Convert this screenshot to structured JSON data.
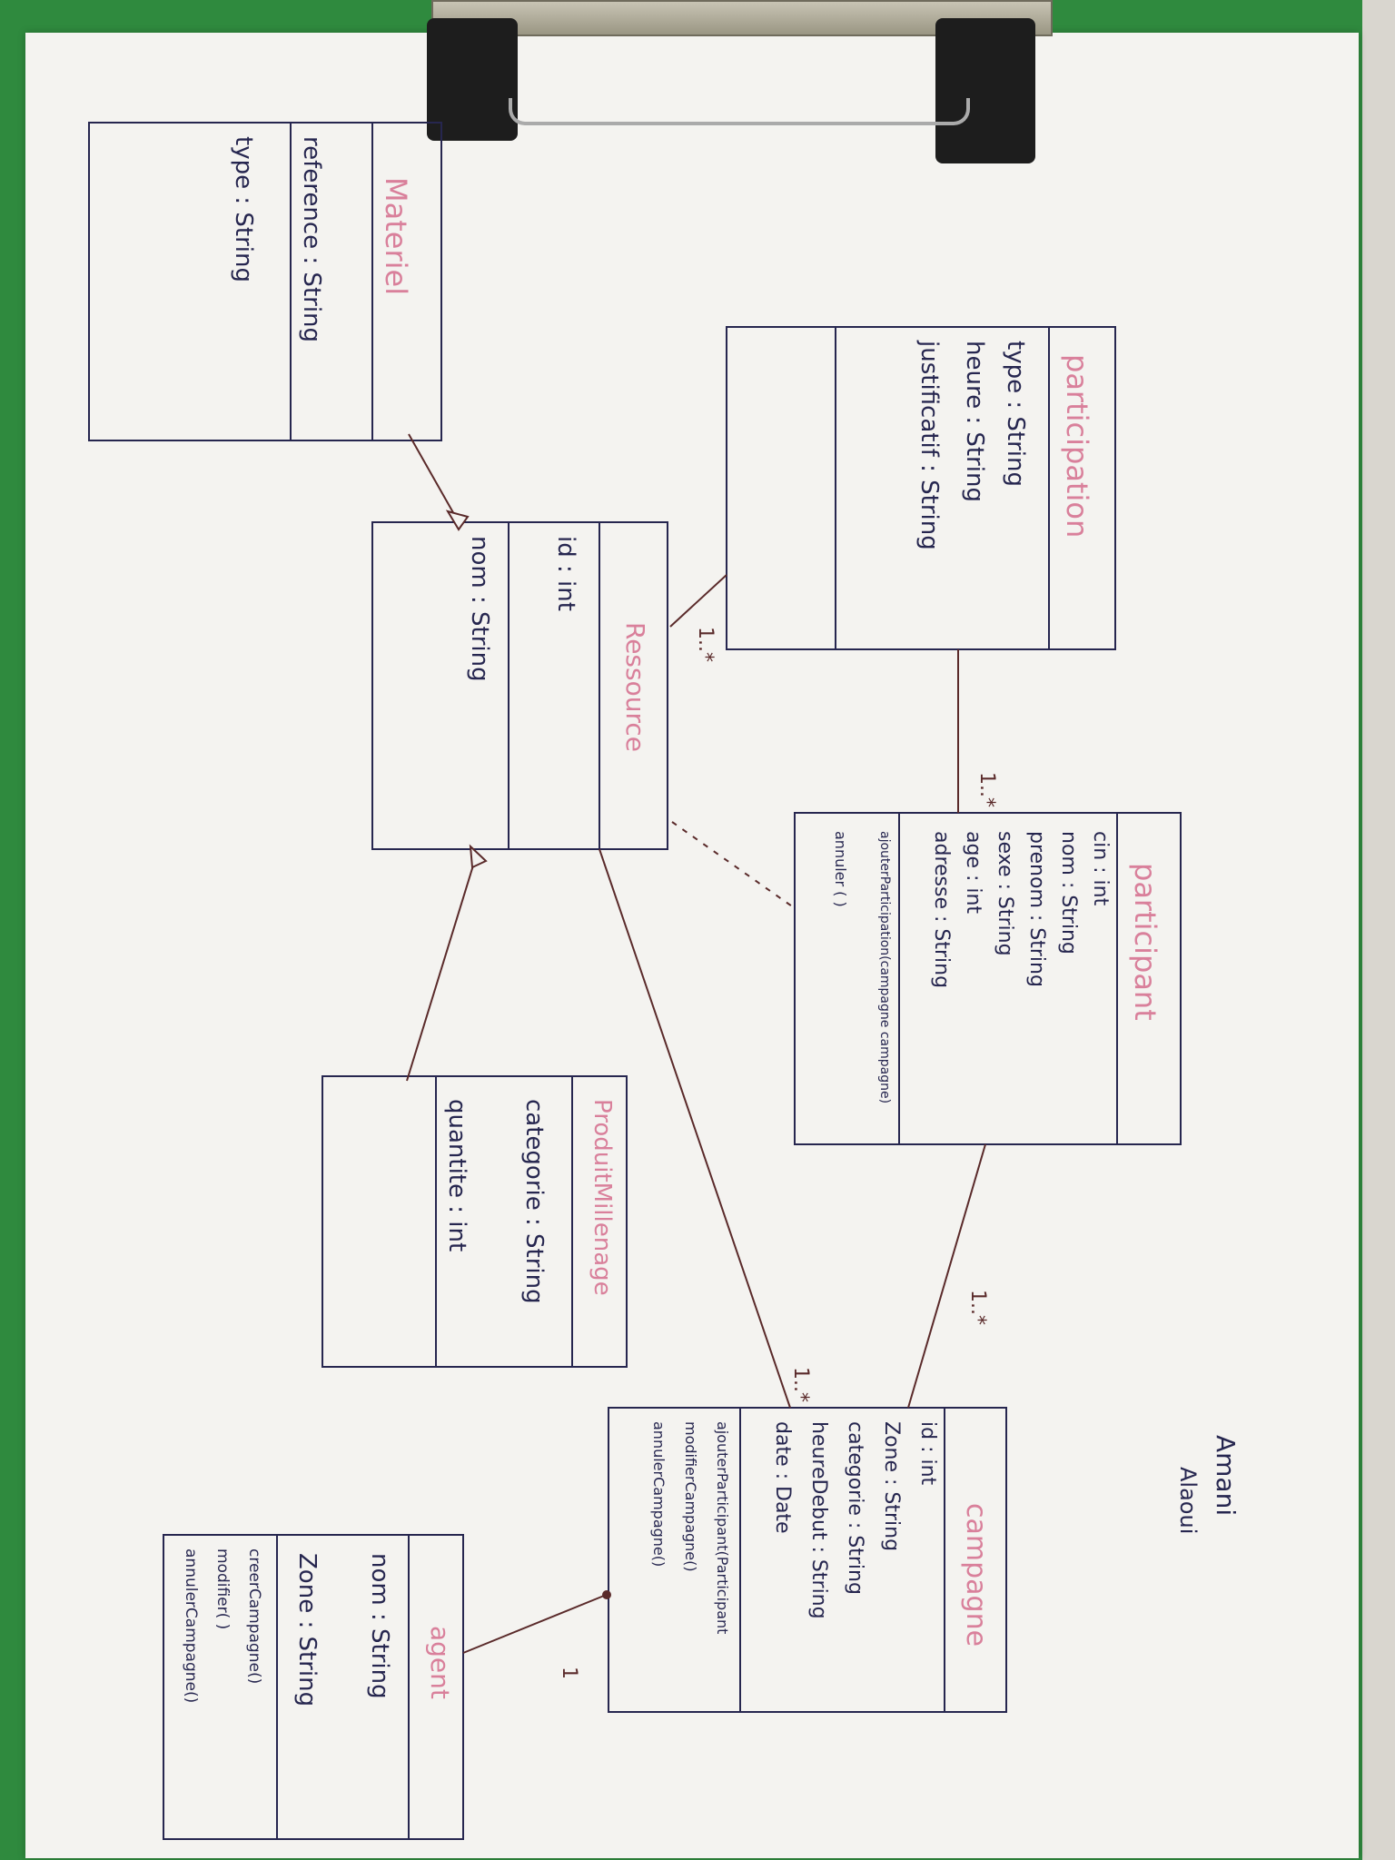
{
  "author": {
    "line1": "Amani",
    "line2": "Alaoui"
  },
  "colors": {
    "title": "#d9809b",
    "ink": "#26264f",
    "line": "#5a2a2a",
    "paper": "#f4f3f0",
    "clipboard": "#2f8a3e"
  },
  "classes": {
    "materiel": {
      "title": "Materiel",
      "attributes": [
        "reference : String",
        "type : String"
      ],
      "methods": []
    },
    "participation": {
      "title": "participation",
      "attributes": [
        "type : String",
        "heure : String",
        "justificatif : String"
      ],
      "methods": []
    },
    "ressource": {
      "title": "Ressource",
      "attributes": [
        "id : int",
        "nom : String"
      ],
      "methods": []
    },
    "participant": {
      "title": "participant",
      "attributes": [
        "cin : int",
        "nom : String",
        "prenom : String",
        "sexe : String",
        "age : int",
        "adresse : String"
      ],
      "methods": [
        "ajouterParticipation(campagne campagne)",
        "annuler ( )"
      ]
    },
    "produit": {
      "title": "ProduitMillenage",
      "attributes": [
        "categorie : String",
        "quantite : int"
      ],
      "methods": []
    },
    "campagne": {
      "title": "campagne",
      "attributes": [
        "id : int",
        "Zone : String",
        "categorie : String",
        "heureDebut : String",
        "date : Date"
      ],
      "methods": [
        "ajouterParticipant(Participant",
        "modifierCampagne()",
        "annulerCampagne()"
      ]
    },
    "agent": {
      "title": "agent",
      "attributes": [
        "nom : String",
        "Zone : String"
      ],
      "methods": [
        "creerCampagne()",
        "modifier( )",
        "annulerCampagne()"
      ]
    }
  },
  "multiplicities": {
    "ressource_participation": "1..*",
    "participation_participant": "1..*",
    "participant_campagne": "1..*",
    "ressource_campagne": "1..*",
    "agent_campagne": "1"
  }
}
